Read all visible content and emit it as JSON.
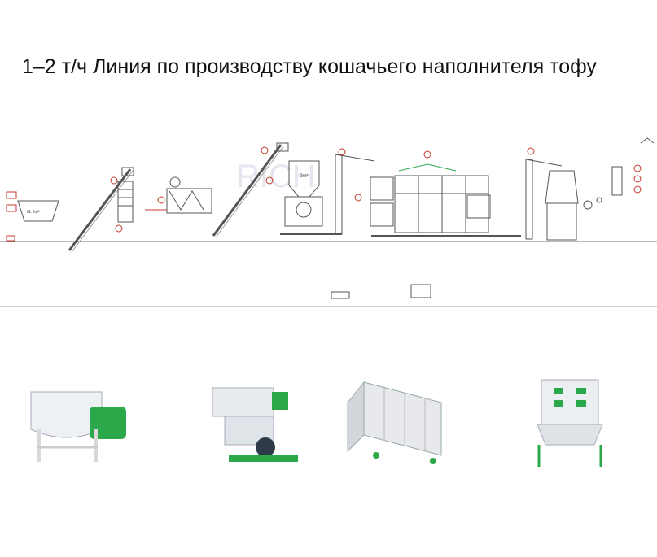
{
  "title": "1–2 т/ч Линия по производству кошачьего наполнителя тофу",
  "diagram": {
    "tank_label": "0L 0m³",
    "silo_label": "0m³",
    "accent_red": "#c0392b",
    "accent_green": "#2aa84a",
    "line_color": "#555555"
  },
  "equipment": [
    {
      "name": "horizontal-mixer"
    },
    {
      "name": "pellet-mill"
    },
    {
      "name": "belt-dryer"
    },
    {
      "name": "counterflow-cooler"
    }
  ]
}
